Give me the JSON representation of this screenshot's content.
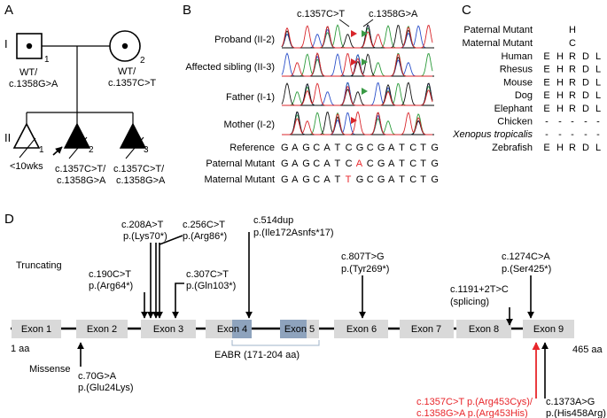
{
  "panel_labels": {
    "a": "A",
    "b": "B",
    "c": "C",
    "d": "D"
  },
  "pedigree": {
    "gen_i": "I",
    "gen_ii": "II",
    "father": {
      "num": "1",
      "geno_a": "WT/",
      "geno_b": "c.1358G>A"
    },
    "mother": {
      "num": "2",
      "geno_a": "WT/",
      "geno_b": "c.1357C>T"
    },
    "ii1": {
      "num": "1",
      "note": "<10wks"
    },
    "ii2": {
      "num": "2",
      "geno_a": "c.1357C>T/",
      "geno_b": "c.1358G>A"
    },
    "ii3": {
      "num": "3",
      "geno_a": "c.1357C>T/",
      "geno_b": "c.1358G>A"
    }
  },
  "seq": {
    "mut1": "c.1357C>T",
    "mut2": "c.1358G>A",
    "rows": [
      "Proband (II-2)",
      "Affected sibling (II-3)",
      "Father (I-1)",
      "Mother (I-2)"
    ],
    "reference_label": "Reference",
    "paternal_label": "Paternal Mutant",
    "maternal_label": "Maternal Mutant",
    "reference_seq": [
      "G",
      "A",
      "G",
      "C",
      "A",
      "T",
      "C",
      "G",
      "C",
      "G",
      "A",
      "T",
      "C",
      "T",
      "G"
    ],
    "paternal_seq": [
      "G",
      "A",
      "G",
      "C",
      "A",
      "T",
      "C",
      "A",
      "C",
      "G",
      "A",
      "T",
      "C",
      "T",
      "G"
    ],
    "maternal_seq": [
      "G",
      "A",
      "G",
      "C",
      "A",
      "T",
      "T",
      "G",
      "C",
      "G",
      "A",
      "T",
      "C",
      "T",
      "G"
    ],
    "paternal_highlight": 7,
    "maternal_highlight": 6,
    "highlight_color": "#e8262b",
    "green_marker": "#3a9a45",
    "red_marker": "#d8262b"
  },
  "conservation": {
    "paternal_label": "Paternal Mutant",
    "paternal_res": "H",
    "maternal_label": "Maternal Mutant",
    "maternal_res": "C",
    "species": [
      {
        "name": "Human",
        "res": [
          "E",
          "H",
          "R",
          "D",
          "L"
        ],
        "italic": false
      },
      {
        "name": "Rhesus",
        "res": [
          "E",
          "H",
          "R",
          "D",
          "L"
        ],
        "italic": false
      },
      {
        "name": "Mouse",
        "res": [
          "E",
          "H",
          "R",
          "D",
          "L"
        ],
        "italic": false
      },
      {
        "name": "Dog",
        "res": [
          "E",
          "H",
          "R",
          "D",
          "L"
        ],
        "italic": false
      },
      {
        "name": "Elephant",
        "res": [
          "E",
          "H",
          "R",
          "D",
          "L"
        ],
        "italic": false
      },
      {
        "name": "Chicken",
        "res": [
          "-",
          "-",
          "-",
          "-",
          "-"
        ],
        "italic": false
      },
      {
        "name": "Xenopus tropicalis",
        "res": [
          "-",
          "-",
          "-",
          "-",
          "-"
        ],
        "italic": true
      },
      {
        "name": "Zebrafish",
        "res": [
          "E",
          "H",
          "R",
          "D",
          "L"
        ],
        "italic": false
      }
    ]
  },
  "gene": {
    "truncating_label": "Truncating",
    "missense_label": "Missense",
    "exons": [
      "Exon 1",
      "Exon 2",
      "Exon 3",
      "Exon 4",
      "Exon 5",
      "Exon 6",
      "Exon 7",
      "Exon 8",
      "Exon 9"
    ],
    "start_label": "1 aa",
    "end_label": "465 aa",
    "eabr_label": "EABR (171-204 aa)",
    "exon_color": "#d9d9d9",
    "eabr_color": "#8ea3bd",
    "truncating": [
      {
        "c": "c.208A>T",
        "p": "p.(Lys70*)"
      },
      {
        "c": "c.256C>T",
        "p": "p.(Arg86*)"
      },
      {
        "c": "c.514dup",
        "p": "p.(Ile172Asnfs*17)"
      },
      {
        "c": "c.190C>T",
        "p": "p.(Arg64*)"
      },
      {
        "c": "c.307C>T",
        "p": "p.(Gln103*)"
      },
      {
        "c": "c.807T>G",
        "p": "p.(Tyr269*)"
      },
      {
        "c": "c.1274C>A",
        "p": "p.(Ser425*)"
      },
      {
        "c": "c.1191+2T>C",
        "p": "(splicing)"
      }
    ],
    "missense": [
      {
        "c": "c.70G>A",
        "p": "p.(Glu24Lys)"
      },
      {
        "line1": "c.1357C>T p.(Arg453Cys)/",
        "line2": "c.1358G>A p.(Arg453His)"
      },
      {
        "c": "c.1373A>G",
        "p": "p.(His458Arg)"
      }
    ],
    "red": "#e8262b"
  }
}
